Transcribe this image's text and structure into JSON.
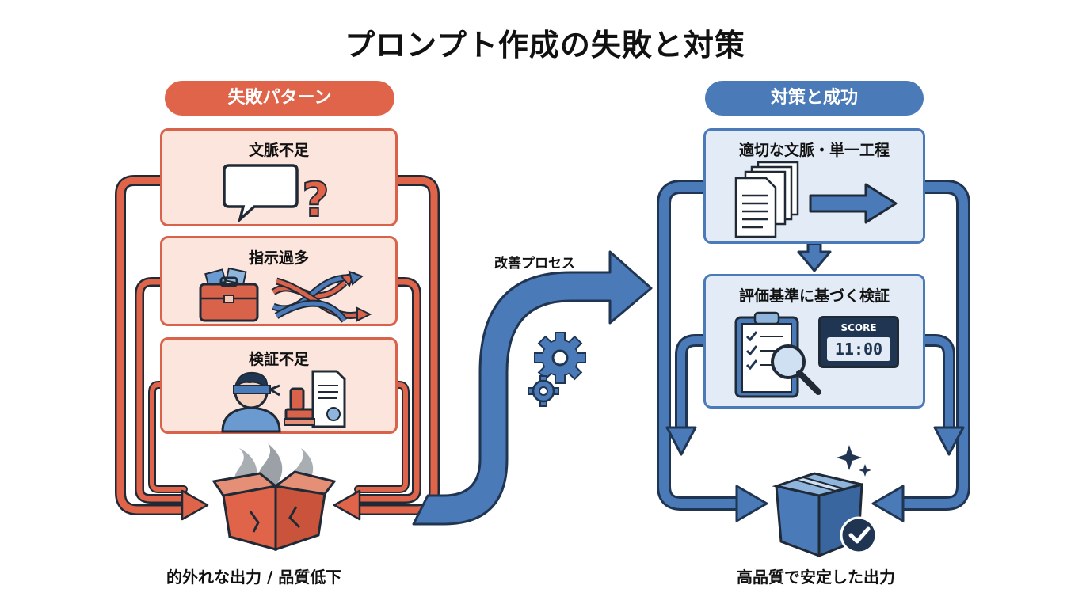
{
  "title": "プロンプト作成の失敗と対策",
  "failure": {
    "header": "失敗パターン",
    "items": [
      {
        "label": "文脈不足"
      },
      {
        "label": "指示過多"
      },
      {
        "label": "検証不足"
      }
    ],
    "result": "的外れな出力 / 品質低下"
  },
  "process_label": "改善プロセス",
  "success": {
    "header": "対策と成功",
    "items": [
      {
        "label": "適切な文脈・単一工程"
      },
      {
        "label": "評価基準に基づく検証",
        "score_text": "SCORE",
        "score_display": "11:00"
      }
    ],
    "result": "高品質で安定した出力"
  },
  "colors": {
    "failure_red": "#e0644a",
    "failure_box_fill": "#fbe5dd",
    "success_blue": "#4a7ab8",
    "success_box_fill": "#e3ecf6",
    "dark_navy": "#1f3552"
  }
}
